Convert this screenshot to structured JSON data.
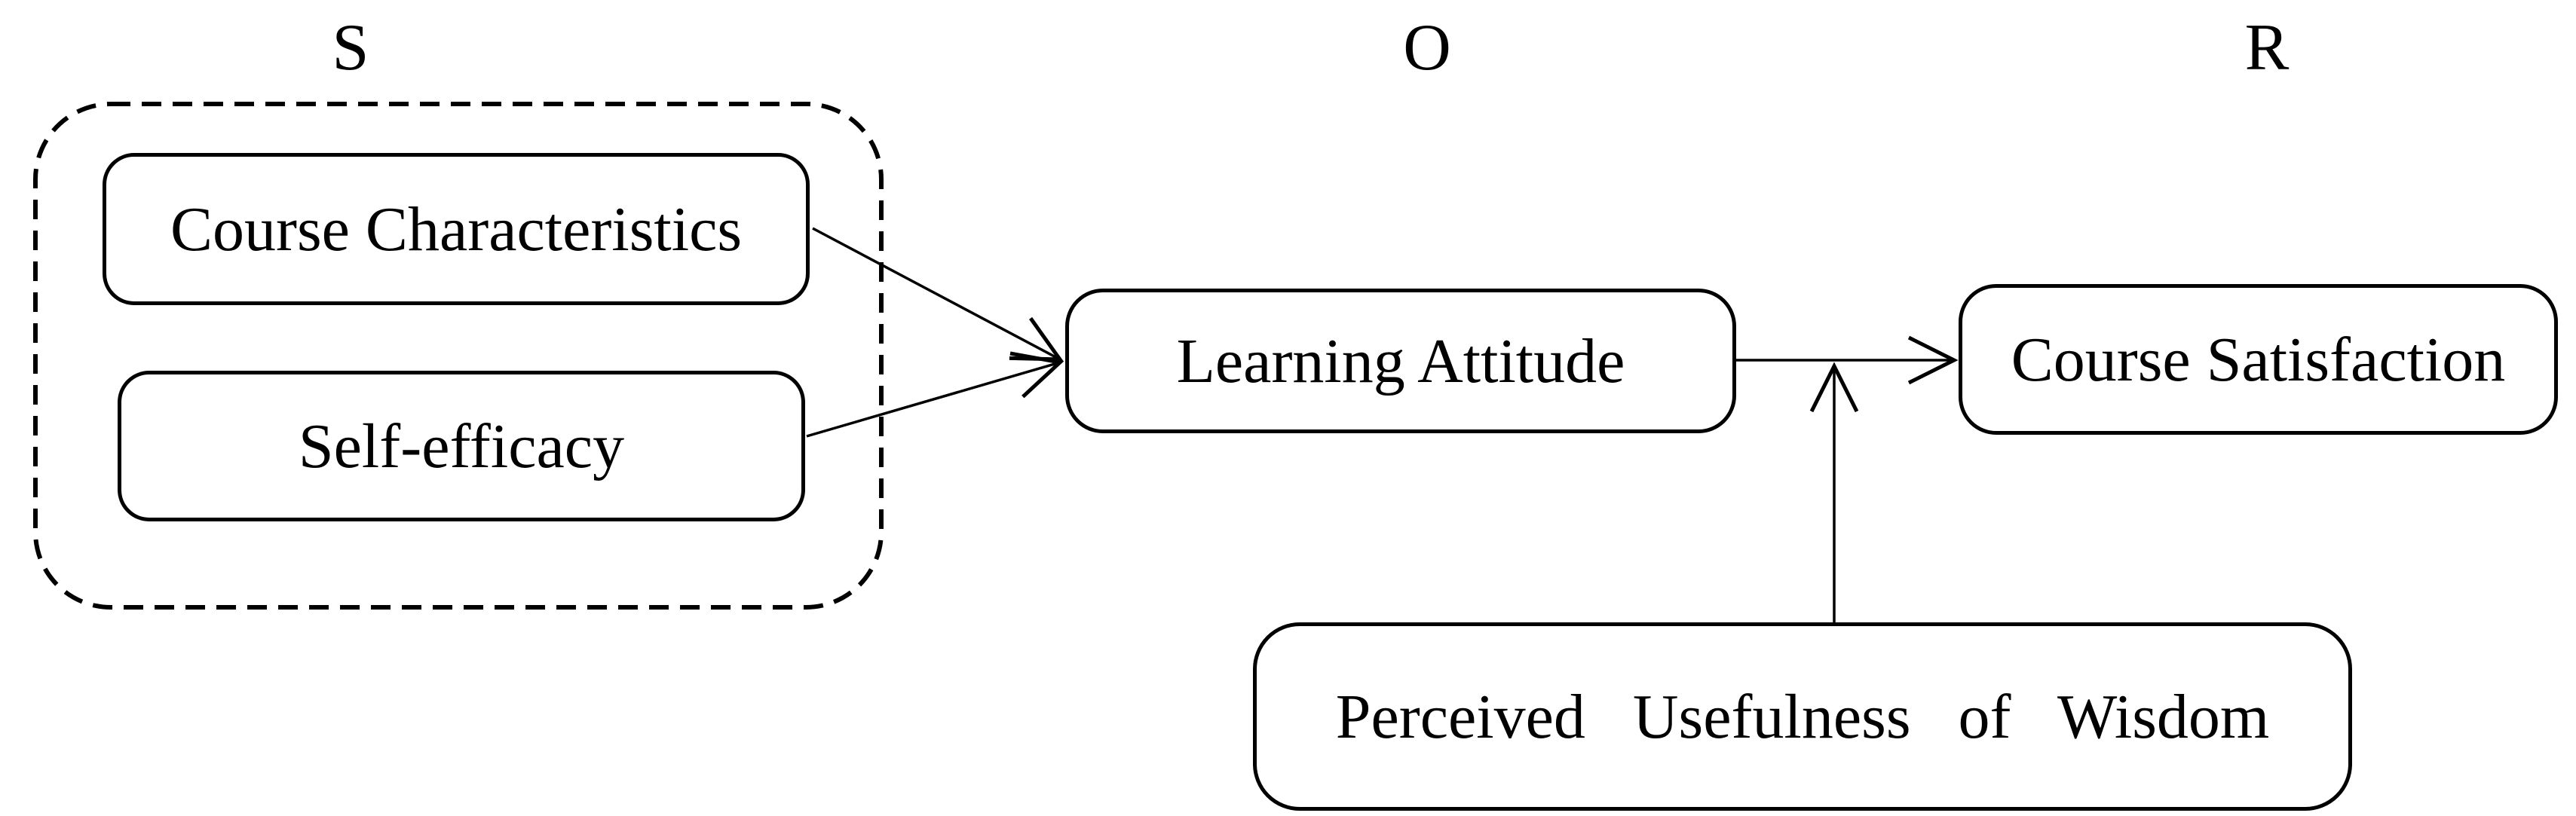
{
  "figure": {
    "section_labels": {
      "stimulus": "S",
      "organism": "O",
      "response": "R"
    },
    "nodes": {
      "course_characteristics": "Course Characteristics",
      "self_efficacy": "Self-efficacy",
      "learning_attitude": "Learning Attitude",
      "course_satisfaction": "Course Satisfaction",
      "perceived_usefulness_of_wisdom": "Perceived Usefulness of Wisdom"
    },
    "groups": [
      {
        "label": "S",
        "border_style": "dashed",
        "contains": [
          "course_characteristics",
          "self_efficacy"
        ]
      }
    ],
    "edges": [
      {
        "from": "course_characteristics",
        "to": "learning_attitude",
        "style": "open-arrow"
      },
      {
        "from": "self_efficacy",
        "to": "learning_attitude",
        "style": "open-arrow"
      },
      {
        "from": "learning_attitude",
        "to": "course_satisfaction",
        "style": "open-arrow"
      },
      {
        "from": "perceived_usefulness_of_wisdom",
        "to": "arrow:learning_attitude-course_satisfaction",
        "style": "open-arrow-moderation"
      }
    ],
    "colors": {
      "stroke": "#000000",
      "background": "#ffffff",
      "node_fill": "#ffffff"
    }
  }
}
